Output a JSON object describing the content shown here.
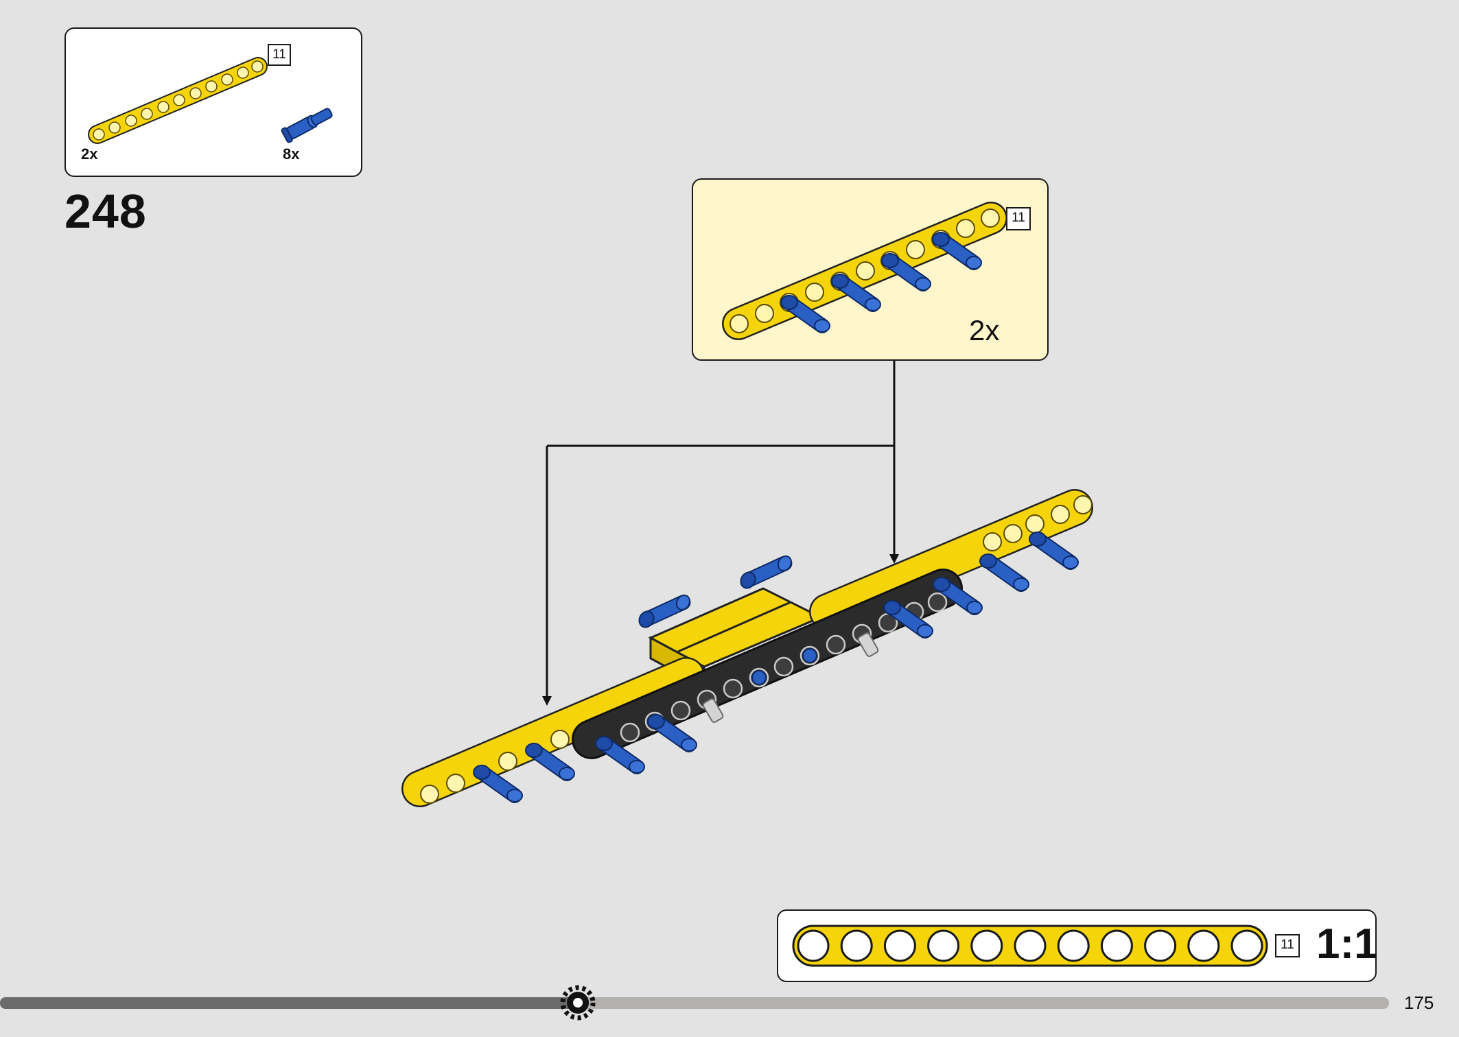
{
  "parts_list": {
    "items": [
      {
        "name": "yellow-beam",
        "quantity": "2x",
        "length": "11"
      },
      {
        "name": "blue-pin",
        "quantity": "8x"
      }
    ]
  },
  "step": {
    "number": "248"
  },
  "subassembly": {
    "quantity": "2x",
    "beam_length": "11"
  },
  "scale_callout": {
    "length": "11",
    "label": "1:1",
    "hole_count": 11
  },
  "page": {
    "number": "175"
  },
  "colors": {
    "background": "#e3e3e3",
    "beam_yellow": "#f5d50a",
    "pin_blue": "#2a5fc4",
    "beam_black": "#2b2b2b",
    "callout_fill": "#fff6cc",
    "progress_dark": "#6b6b6b",
    "progress_light": "#b3b0ad"
  },
  "progress": {
    "fraction": 0.42
  }
}
